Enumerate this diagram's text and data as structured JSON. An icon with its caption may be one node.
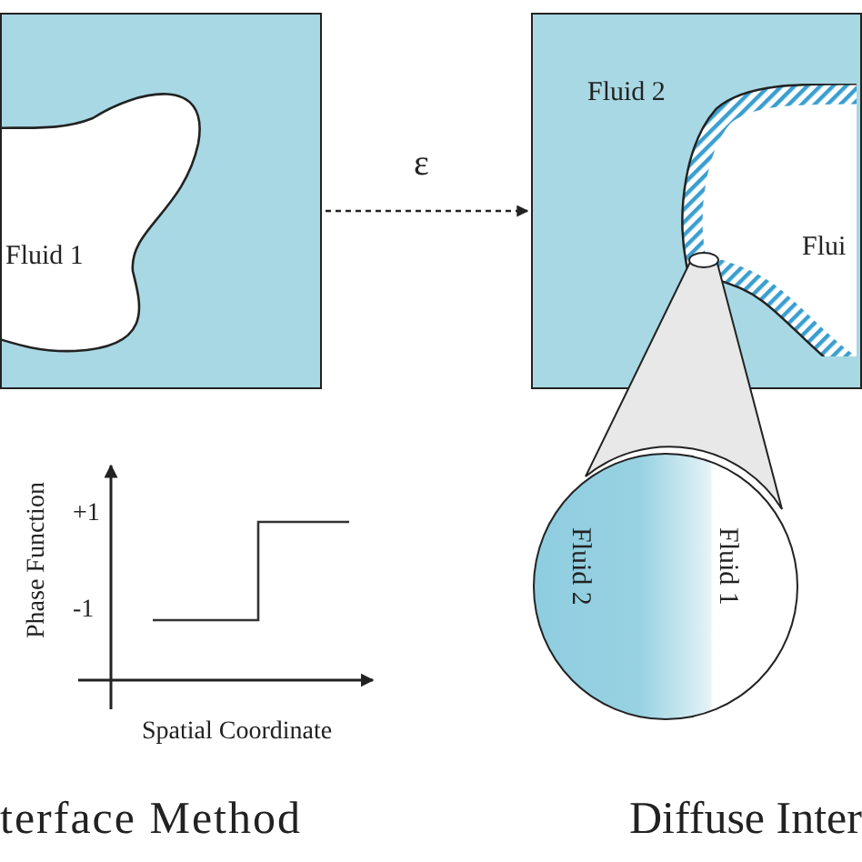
{
  "diagram": {
    "nodes": [
      {
        "text": [],
        "shape": "box"
      },
      {
        "text": [
          "Fluid 1"
        ],
        "in": 0
      },
      {
        "text": [
          "Fluid 2"
        ]
      },
      {
        "text": [
          "Flui"
        ],
        "in": 2
      },
      {
        "text": [
          "Fluid 2",
          "Fluid 1"
        ]
      }
    ],
    "edges": [
      {
        "from": 0,
        "to": 2,
        "arrow": "to",
        "style": "dashed",
        "label": "ε"
      }
    ],
    "labels": [
      "Phase Function",
      "+1",
      "-1",
      "Spatial Coordinate",
      "terface Method",
      "Diffuse Inter"
    ]
  }
}
